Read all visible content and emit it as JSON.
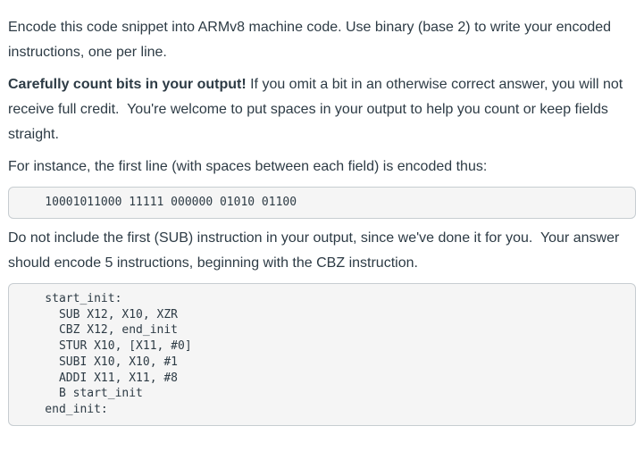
{
  "colors": {
    "text": "#2d3b45",
    "code_background": "#f5f5f5",
    "code_border": "#c7cdd1",
    "page_background": "#ffffff"
  },
  "question": {
    "intro": "Encode this code snippet into ARMv8 machine code. Use binary (base 2) to write your encoded instructions, one per line.",
    "warning_bold": "Carefully count bits in your output!",
    "warning_rest": " If you omit a bit in an otherwise correct answer, you will not receive full credit.  You're welcome to put spaces in your output to help you count or keep fields straight.",
    "example_intro": "For instance, the first line (with spaces between each field) is encoded thus:",
    "example_encoding": "    10001011000 11111 000000 01010 01100",
    "task": "Do not include the first (SUB) instruction in your output, since we've done it for you.  Your answer should encode 5 instructions, beginning with the CBZ instruction.",
    "assembly_code": "    start_init:\n      SUB X12, X10, XZR\n      CBZ X12, end_init\n      STUR X10, [X11, #0]\n      SUBI X10, X10, #1\n      ADDI X11, X11, #8\n      B start_init\n    end_init:"
  }
}
